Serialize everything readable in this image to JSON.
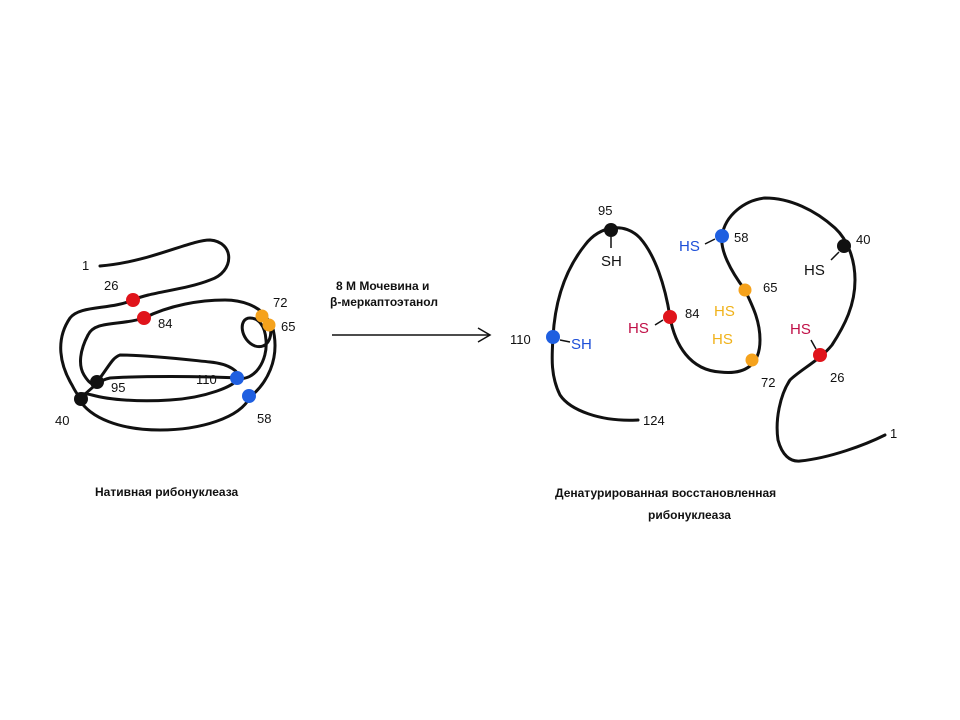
{
  "colors": {
    "chain": "#111111",
    "cys26_84": "#e0141b",
    "cys65_72": "#f5a21c",
    "cys58_110": "#1f5fe0",
    "cys40_95": "#111111",
    "sh_blue": "#1d4fd8",
    "sh_red": "#c01047",
    "sh_orange": "#f0b21a",
    "sh_black": "#111111"
  },
  "native": {
    "labels": {
      "n1": "1",
      "n26": "26",
      "n84": "84",
      "n72": "72",
      "n65": "65",
      "n95": "95",
      "n40": "40",
      "n110": "110",
      "n58": "58"
    },
    "caption": "Нативная рибонуклеаза"
  },
  "arrow": {
    "line1": "8 М Мочевина и",
    "line2": "β-меркаптоэтанол"
  },
  "denatured": {
    "labels": {
      "n95": "95",
      "n110": "110",
      "n124": "124",
      "n84": "84",
      "n58": "58",
      "n65": "65",
      "n72": "72",
      "n40": "40",
      "n26": "26",
      "n1": "1"
    },
    "sh": {
      "sh95": "SH",
      "sh110": "SH",
      "hs84": "HS",
      "hs58": "HS",
      "hs65": "HS",
      "hs72": "HS",
      "hs40": "HS",
      "hs26": "HS"
    },
    "caption_line1": "Денатурированная восстановленная",
    "caption_line2": "рибонуклеаза"
  }
}
